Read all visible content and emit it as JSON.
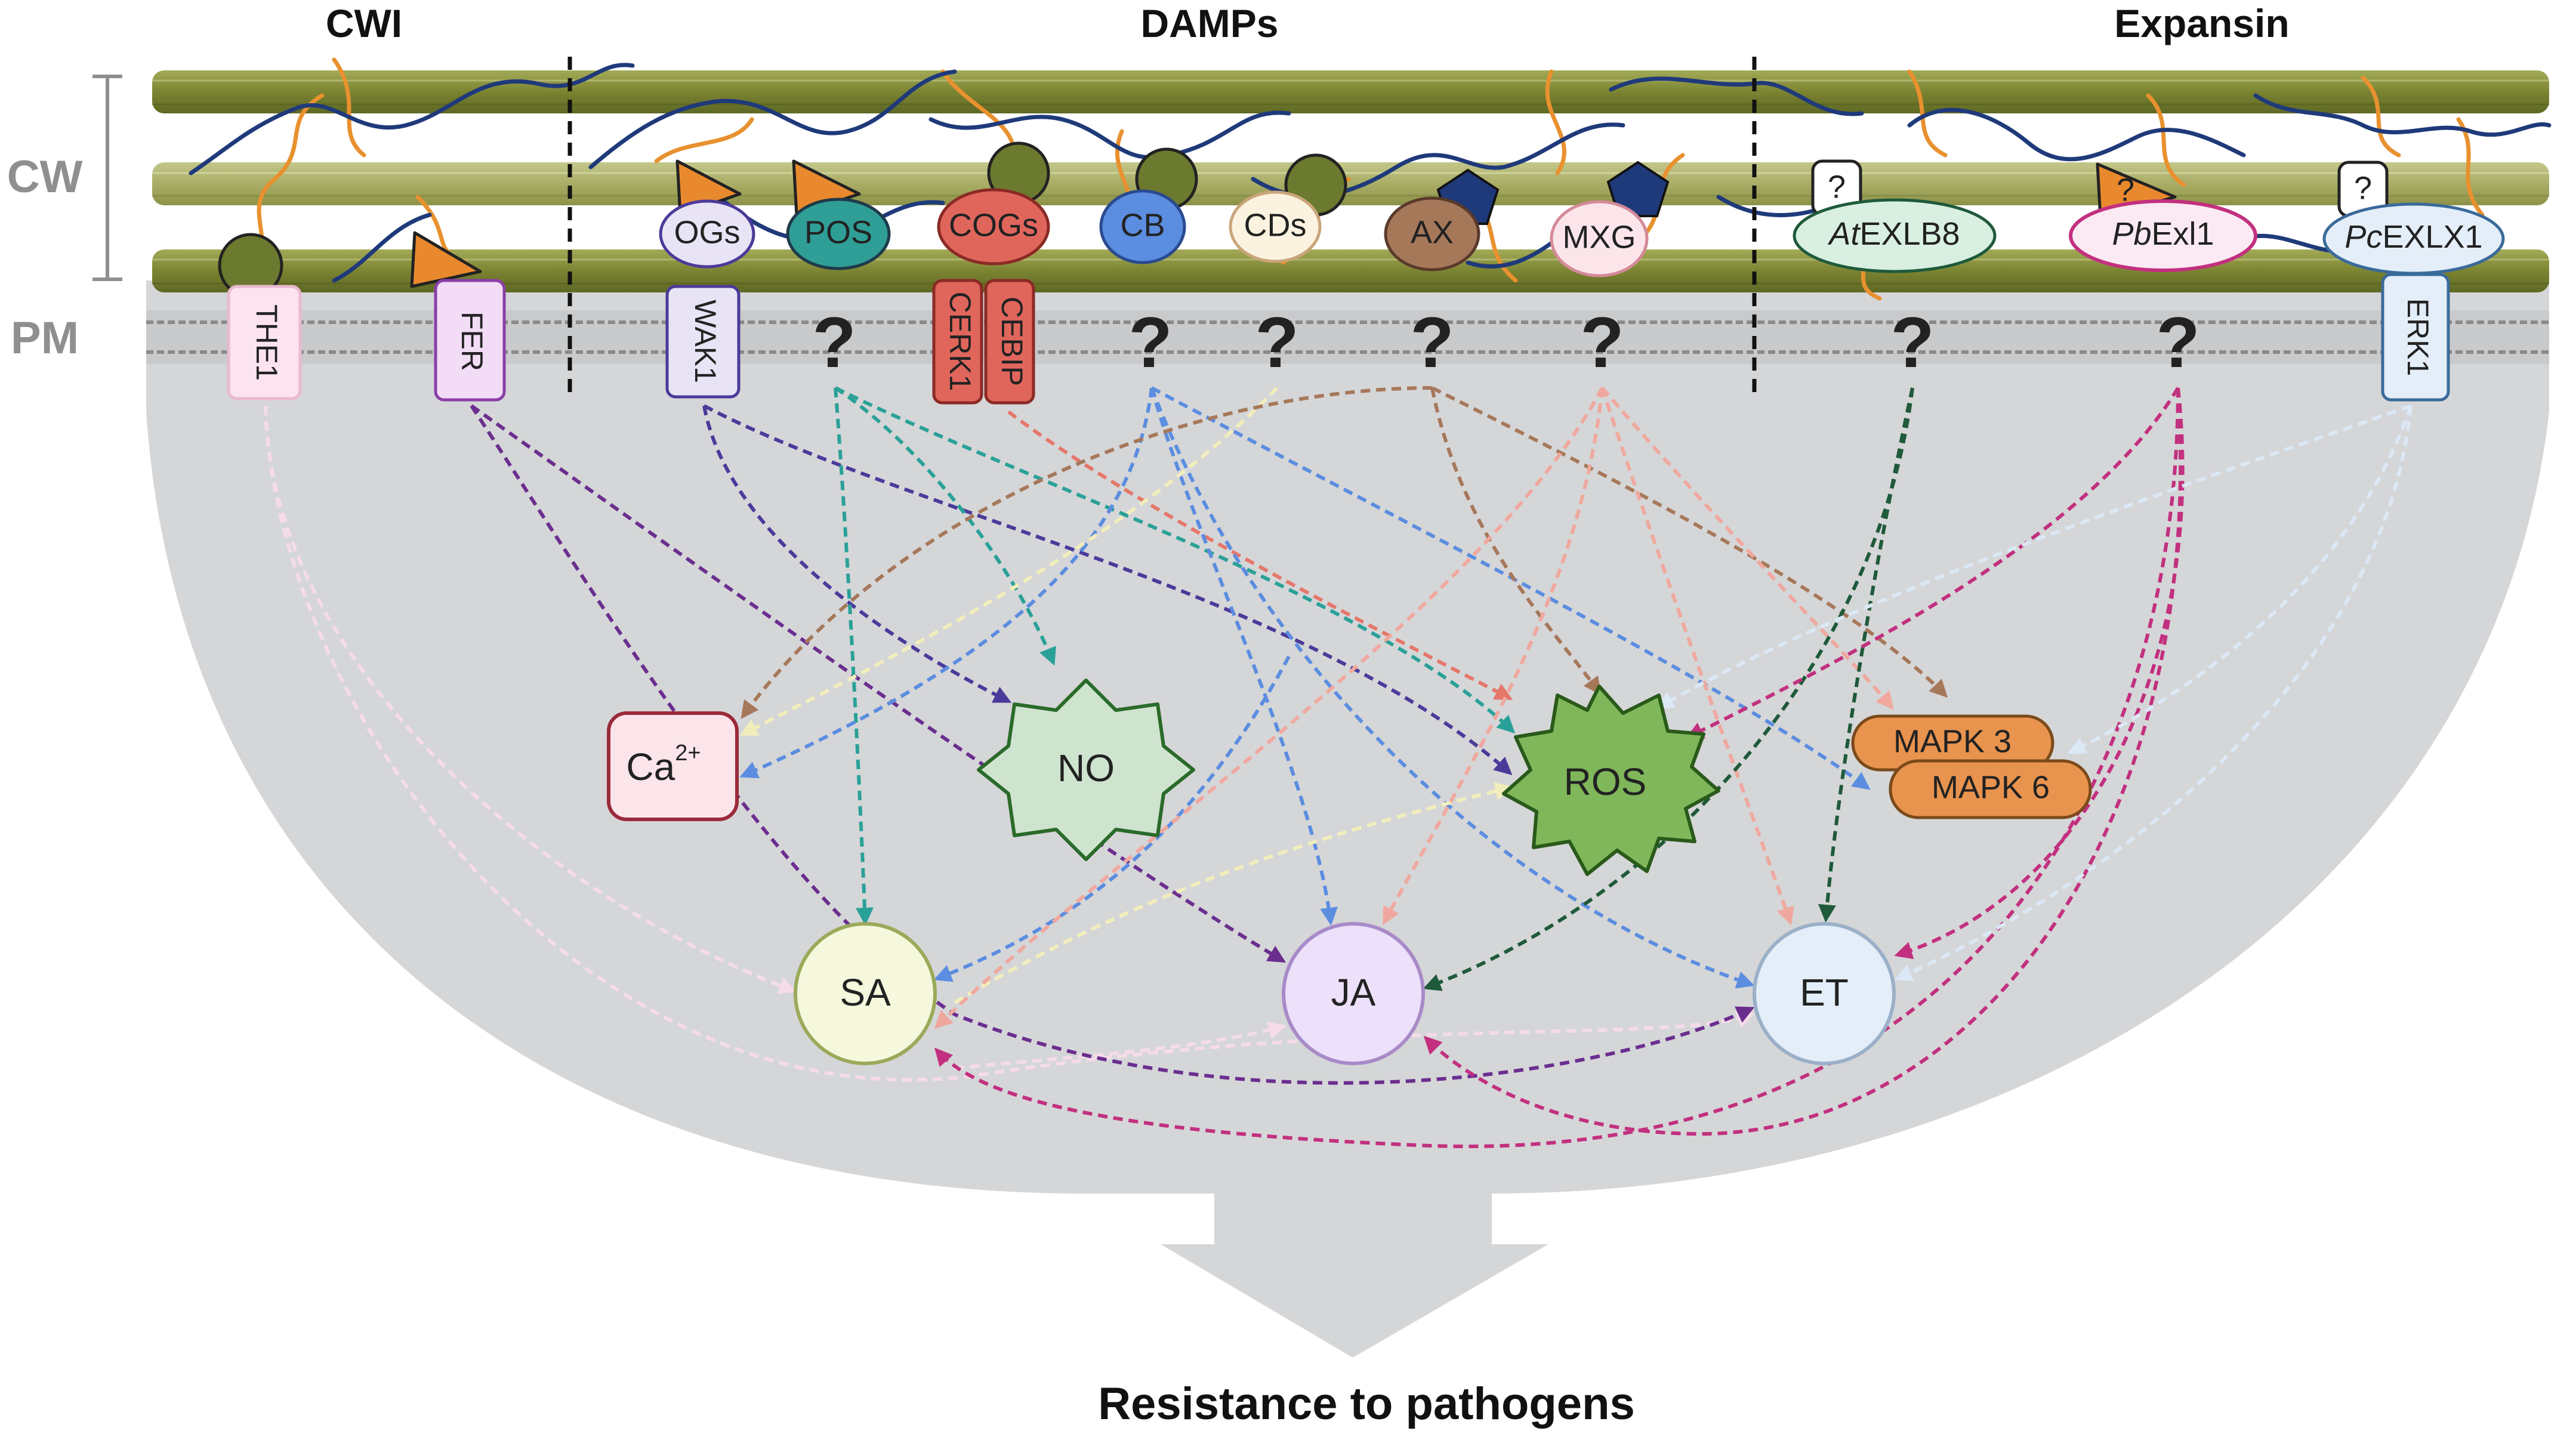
{
  "sections": {
    "cwi": "CWI",
    "damps": "DAMPs",
    "expansin": "Expansin"
  },
  "side_labels": {
    "cw": "CW",
    "pm": "PM"
  },
  "ligands": {
    "ogs": "OGs",
    "pos": "POS",
    "cogs": "COGs",
    "cb": "CB",
    "cds": "CDs",
    "ax": "AX",
    "mxg": "MXG",
    "atexlb8_italic": "At",
    "atexlb8_rest": "EXLB8",
    "pbexl1_italic": "Pb",
    "pbexl1_rest": "Exl1",
    "pcexlx1_italic": "Pc",
    "pcexlx1_rest": "EXLX1",
    "unknown_tag": "?"
  },
  "receptors": {
    "the1": "THE1",
    "fer": "FER",
    "wak1": "WAK1",
    "cerk1": "CERK1",
    "cebip": "CEBIP",
    "erk1": "ERK1",
    "unknown": "?"
  },
  "signals": {
    "ca_base": "Ca",
    "ca_sup": "2+",
    "no": "NO",
    "ros": "ROS",
    "mapk3": "MAPK 3",
    "mapk6": "MAPK 6"
  },
  "hormones": {
    "sa": "SA",
    "ja": "JA",
    "et": "ET"
  },
  "outcome": "Resistance to pathogens",
  "colors": {
    "fibril": "#7c8632",
    "fibril_light": "#a9b060",
    "hemicellulose": "#1f3a7a",
    "pectin": "#e8912f",
    "membrane": "#9a9a9a",
    "cytoplasm": "#d6d7d9",
    "arrow_ogs": "#4b3a9a",
    "arrow_pos": "#2aa198",
    "arrow_cogs": "#e5776a",
    "arrow_cb": "#5b8de0",
    "arrow_cds": "#f2eebc",
    "arrow_ax": "#a6785a",
    "arrow_mxg": "#f0a89e",
    "arrow_fer": "#6b2e8f",
    "arrow_the1": "#f5dce8",
    "arrow_atexlb8": "#1f5a3a",
    "arrow_pbexl1": "#c2307f",
    "arrow_erk1": "#dbe8f5"
  }
}
